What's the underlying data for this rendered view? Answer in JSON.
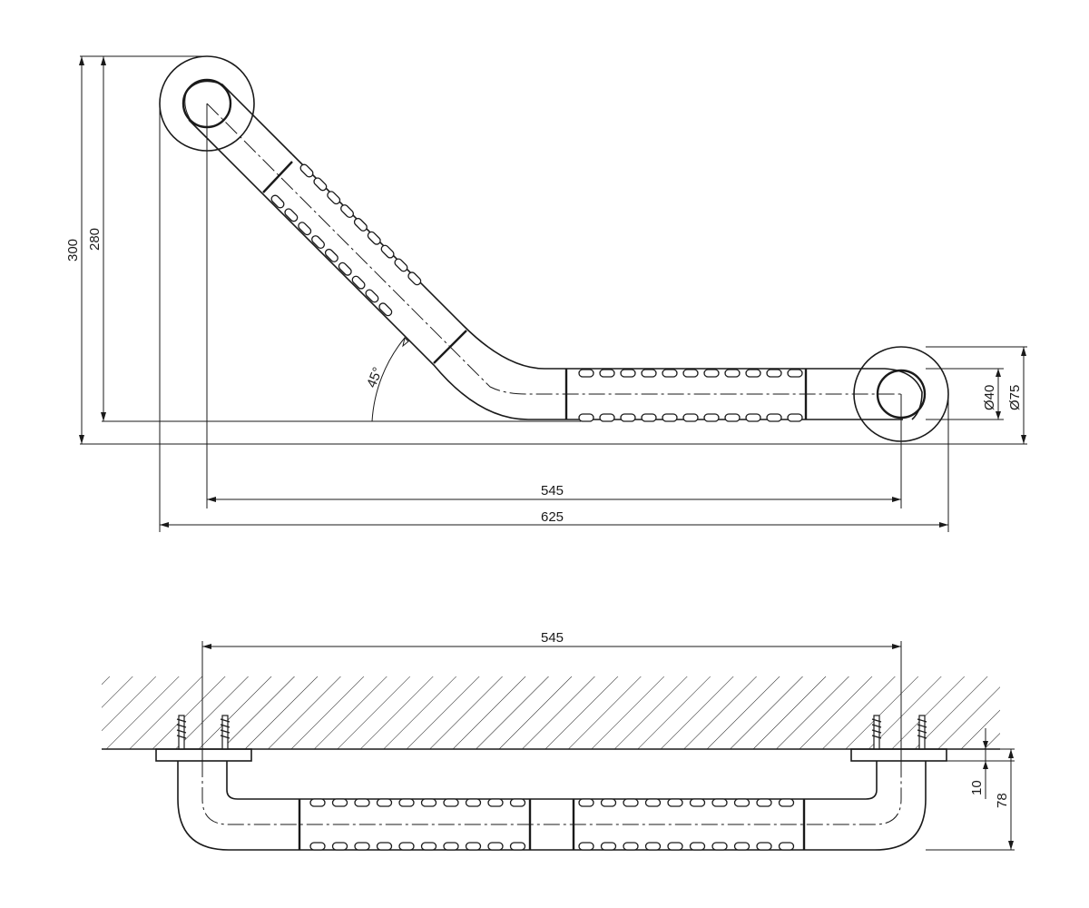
{
  "dimensions": {
    "height_overall": "300",
    "height_center": "280",
    "width_center": "545",
    "width_overall": "625",
    "tube_diameter": "Ø40",
    "flange_diameter": "Ø75",
    "angle": "45°",
    "side_width_center": "545",
    "wall_gap": "10",
    "depth": "78"
  }
}
